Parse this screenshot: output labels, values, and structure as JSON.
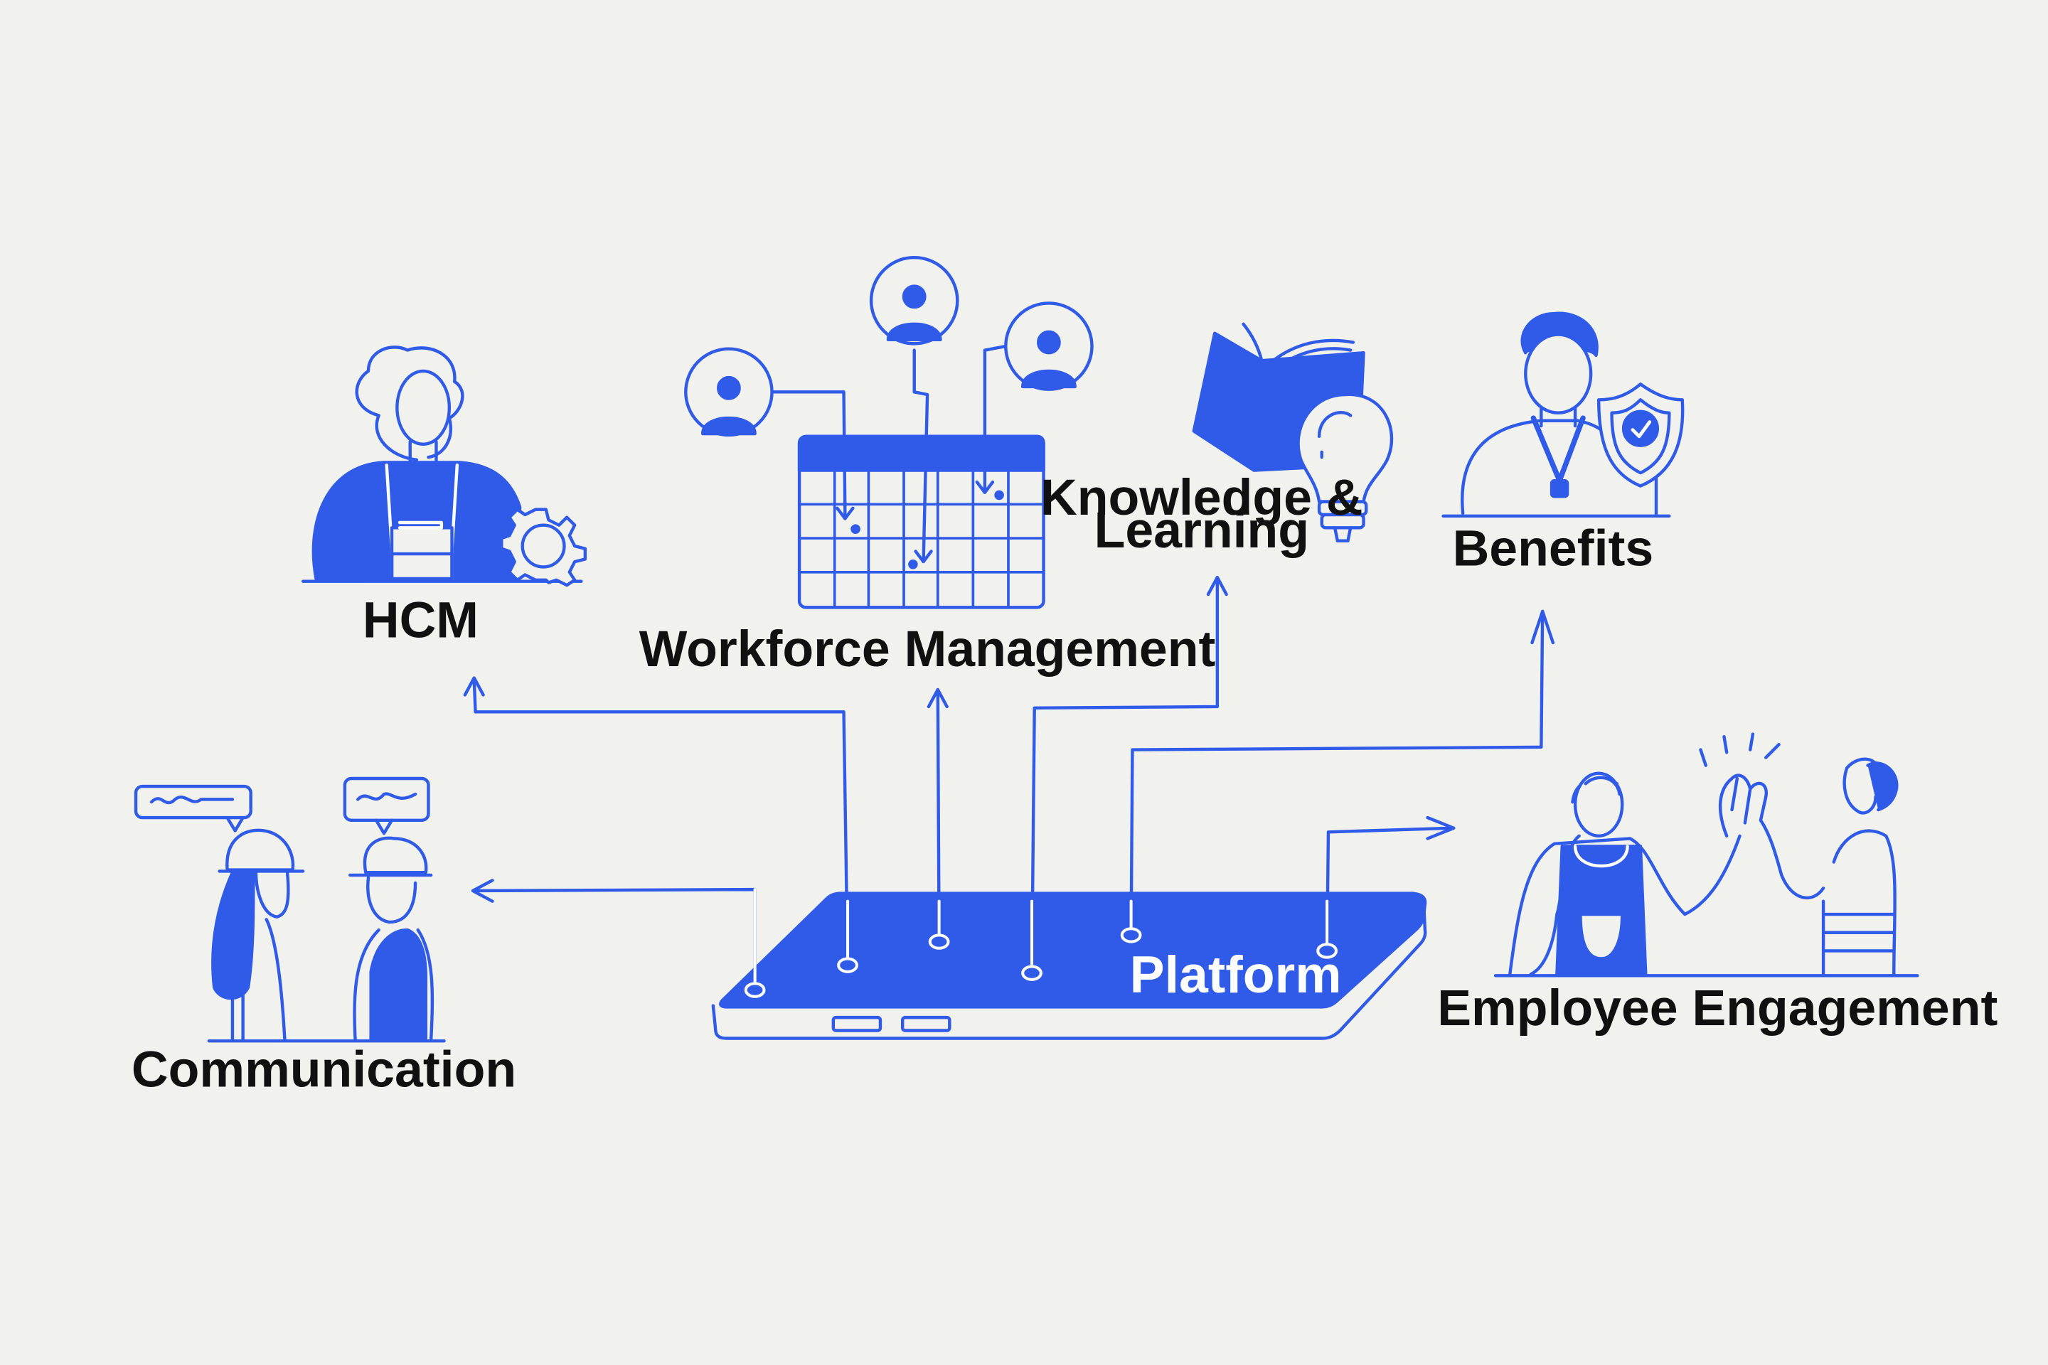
{
  "colors": {
    "background": "#f1f1ee",
    "accent_blue": "#2f5be8",
    "text": "#111111"
  },
  "nodes": {
    "hcm": {
      "label": "HCM",
      "icon": "worker-with-gear-icon"
    },
    "workforce": {
      "label": "Workforce Management",
      "icon": "calendar-with-people-icon"
    },
    "knowledge": {
      "label_line1": "Knowledge &",
      "label_line2": "Learning",
      "icon": "book-and-lightbulb-icon"
    },
    "benefits": {
      "label": "Benefits",
      "icon": "person-with-shield-icon"
    },
    "engagement": {
      "label": "Employee Engagement",
      "icon": "high-five-icon"
    },
    "communication": {
      "label": "Communication",
      "icon": "two-workers-talking-icon"
    }
  },
  "platform": {
    "label": "Platform",
    "icon": "platform-device-icon"
  }
}
